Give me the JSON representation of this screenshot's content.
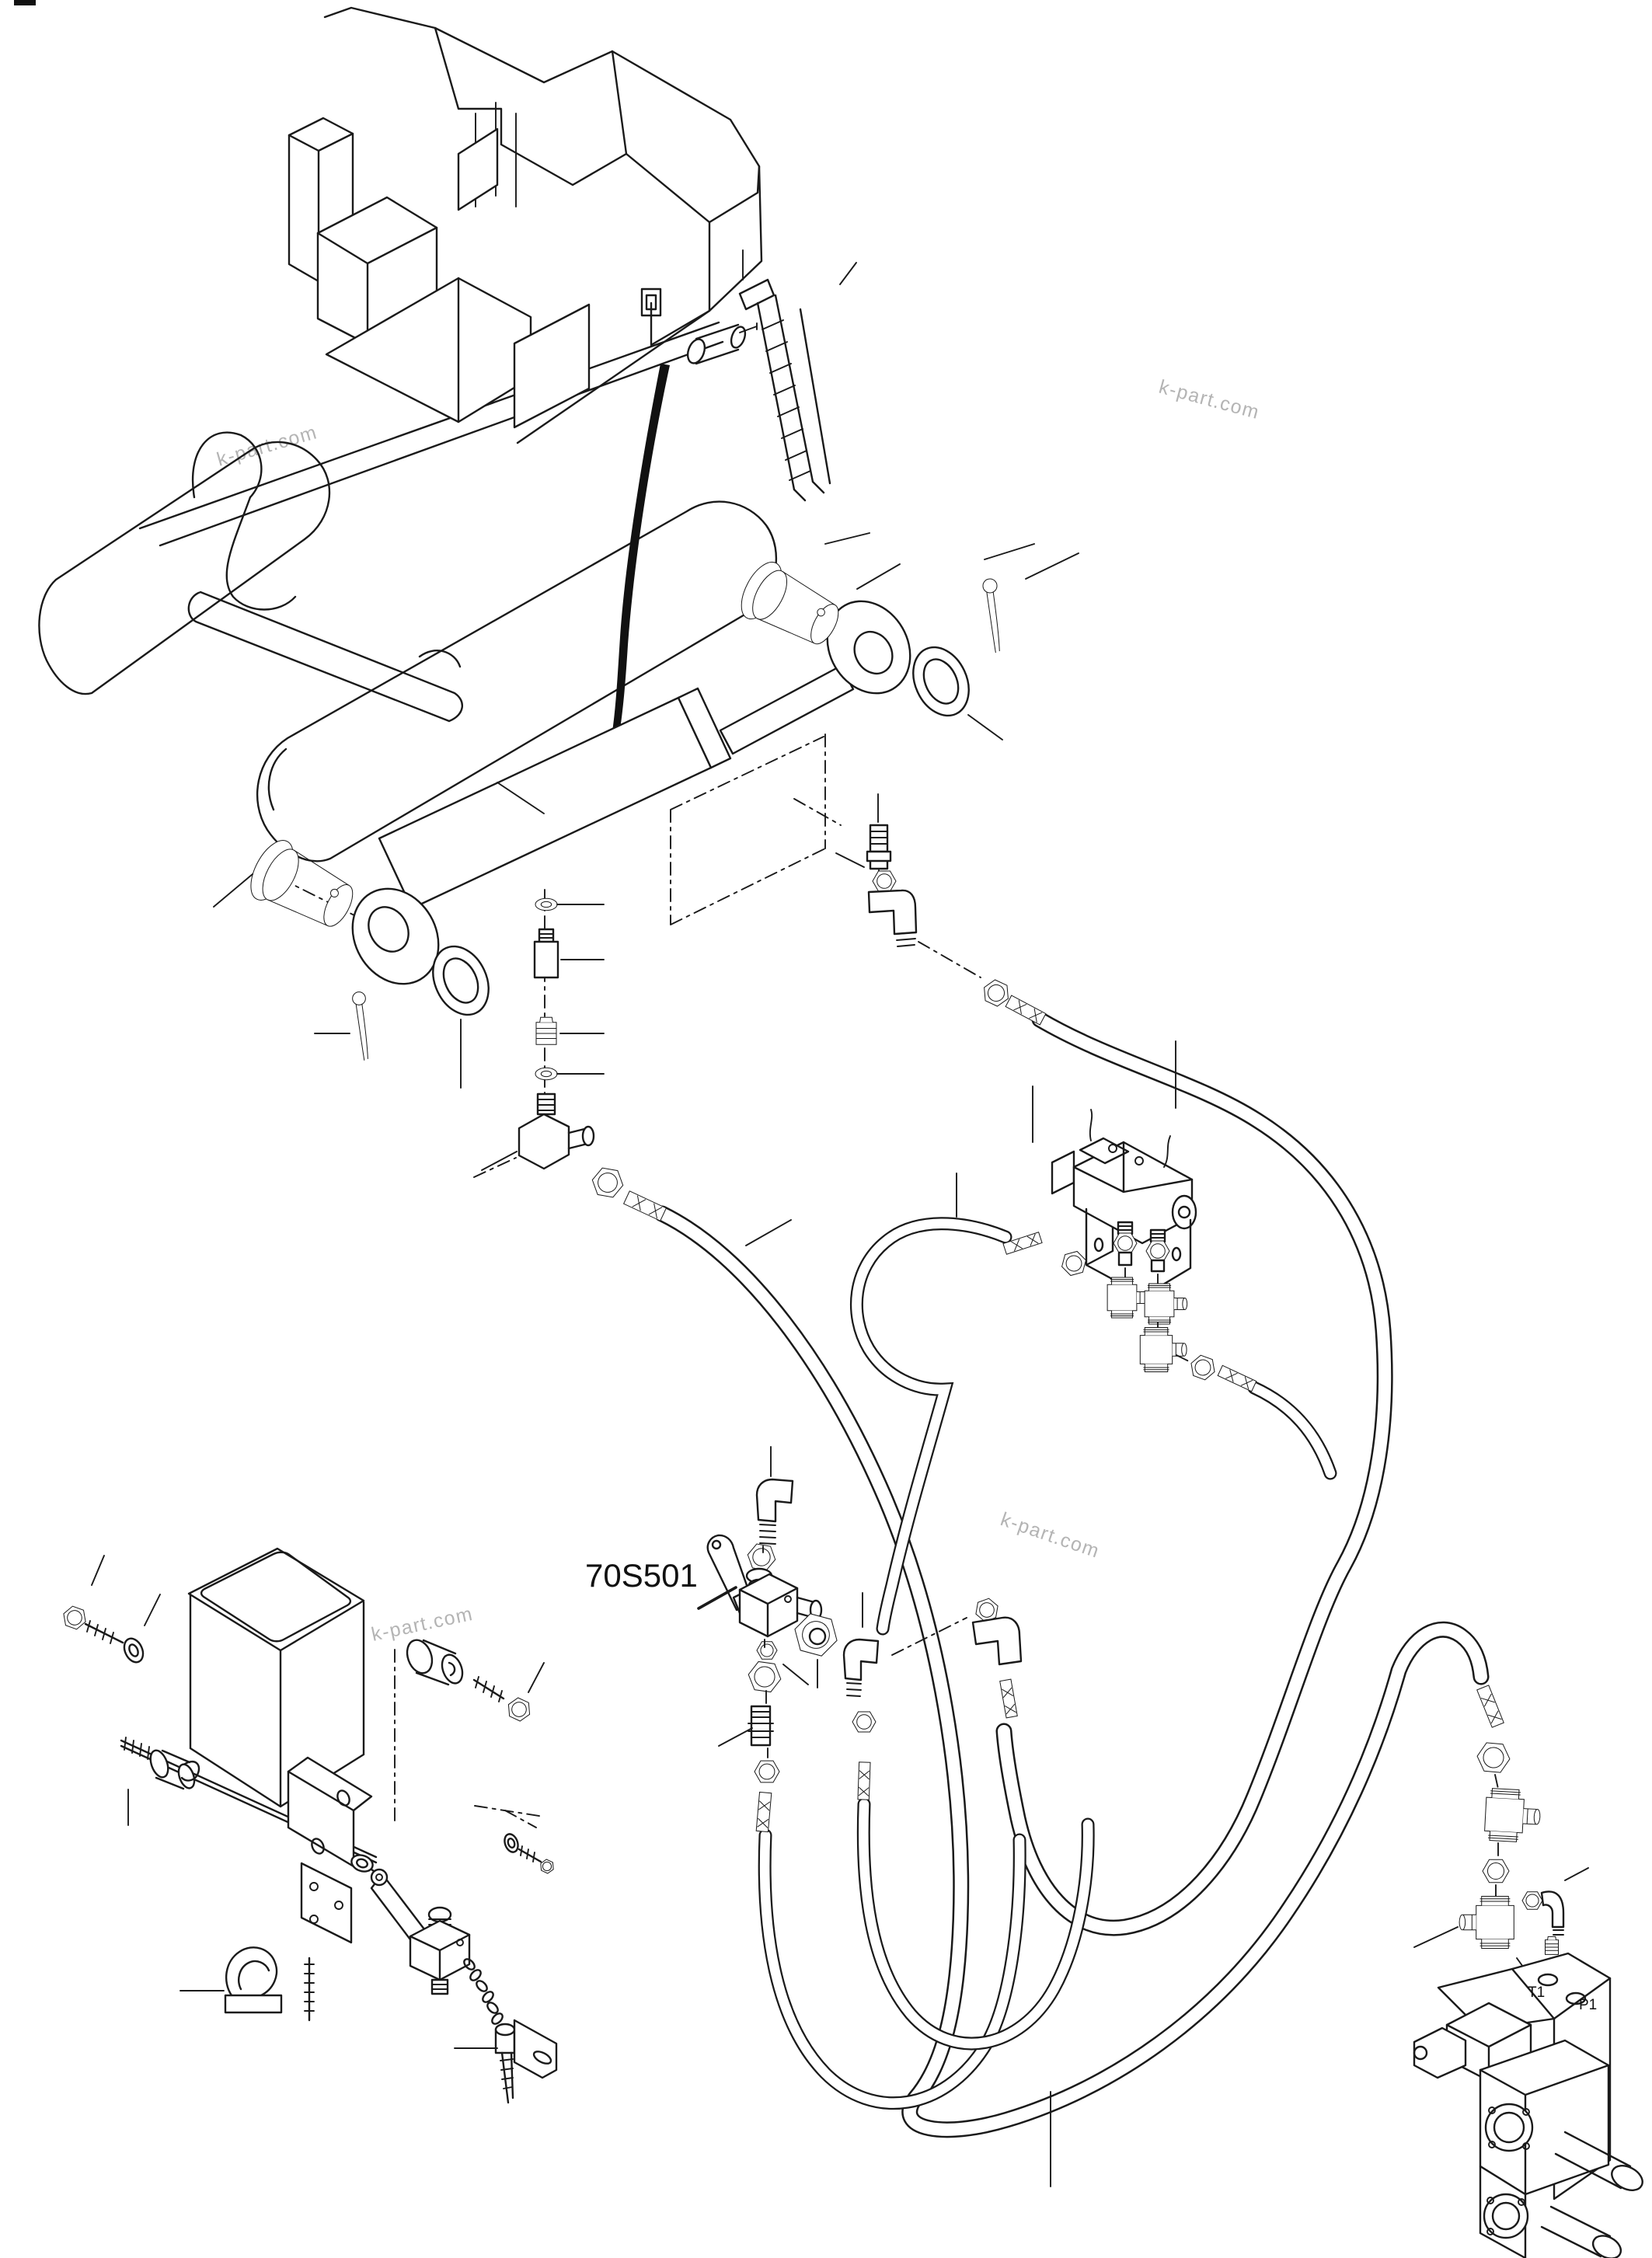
{
  "diagram": {
    "part_label": "70S501",
    "port_labels": {
      "t1": "T1",
      "p1": "P1"
    },
    "watermarks": [
      {
        "text": "k-part.com"
      },
      {
        "text": "k-part.com"
      },
      {
        "text": "k-part.com"
      },
      {
        "text": "k-part.com"
      }
    ],
    "colors": {
      "line": "#1a1a1a",
      "watermark": "#b4b4b4",
      "background": "#ffffff"
    }
  }
}
